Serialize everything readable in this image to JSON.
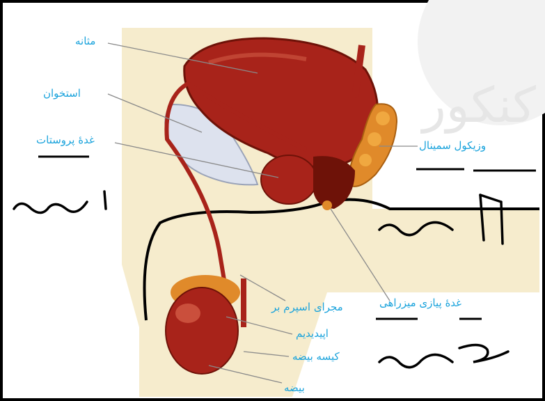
{
  "labels": {
    "bladder": "مثانه",
    "bone": "استخوان",
    "prostate": "غدهٔ پروستات",
    "seminal_vesicle": "وزیکول سمینال",
    "bulbourethral": "غدهٔ پیازی میزراهی",
    "vas_deferens": "مجرای اسپرم بر",
    "epididymis": "اپیدیدیم",
    "scrotum": "کیسه بیضه",
    "testis": "بیضه"
  },
  "watermark": "کنکور",
  "colors": {
    "label": "#1aa3dc",
    "organ": "#a8231a",
    "organ_dark": "#6e1208",
    "gland": "#e08a2a",
    "background_skin": "#f6eccd",
    "ink": "#000000"
  }
}
